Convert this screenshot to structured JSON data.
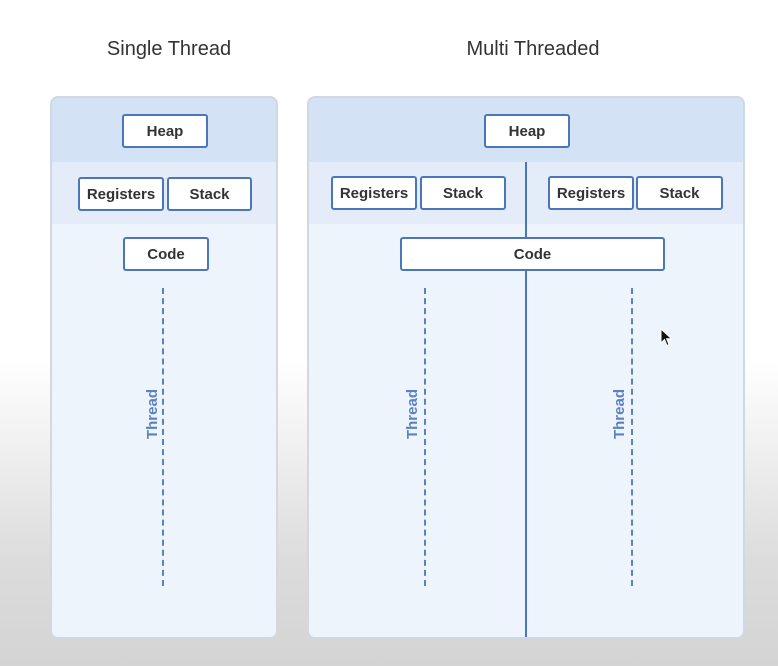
{
  "single": {
    "title": "Single Thread",
    "heap": "Heap",
    "registers": "Registers",
    "stack": "Stack",
    "code": "Code",
    "thread": "Thread"
  },
  "multi": {
    "title": "Multi Threaded",
    "heap": "Heap",
    "code": "Code",
    "threads": [
      {
        "registers": "Registers",
        "stack": "Stack",
        "thread": "Thread"
      },
      {
        "registers": "Registers",
        "stack": "Stack",
        "thread": "Thread"
      }
    ]
  },
  "colors": {
    "box_border": "#4b76b9",
    "heap_band": "#d3e2f4",
    "registers_band": "#e3ecf8",
    "panel_bg": "#eef4fb",
    "thread_line": "#5a82c0"
  },
  "icons": {
    "cursor": "mouse-pointer-icon"
  }
}
